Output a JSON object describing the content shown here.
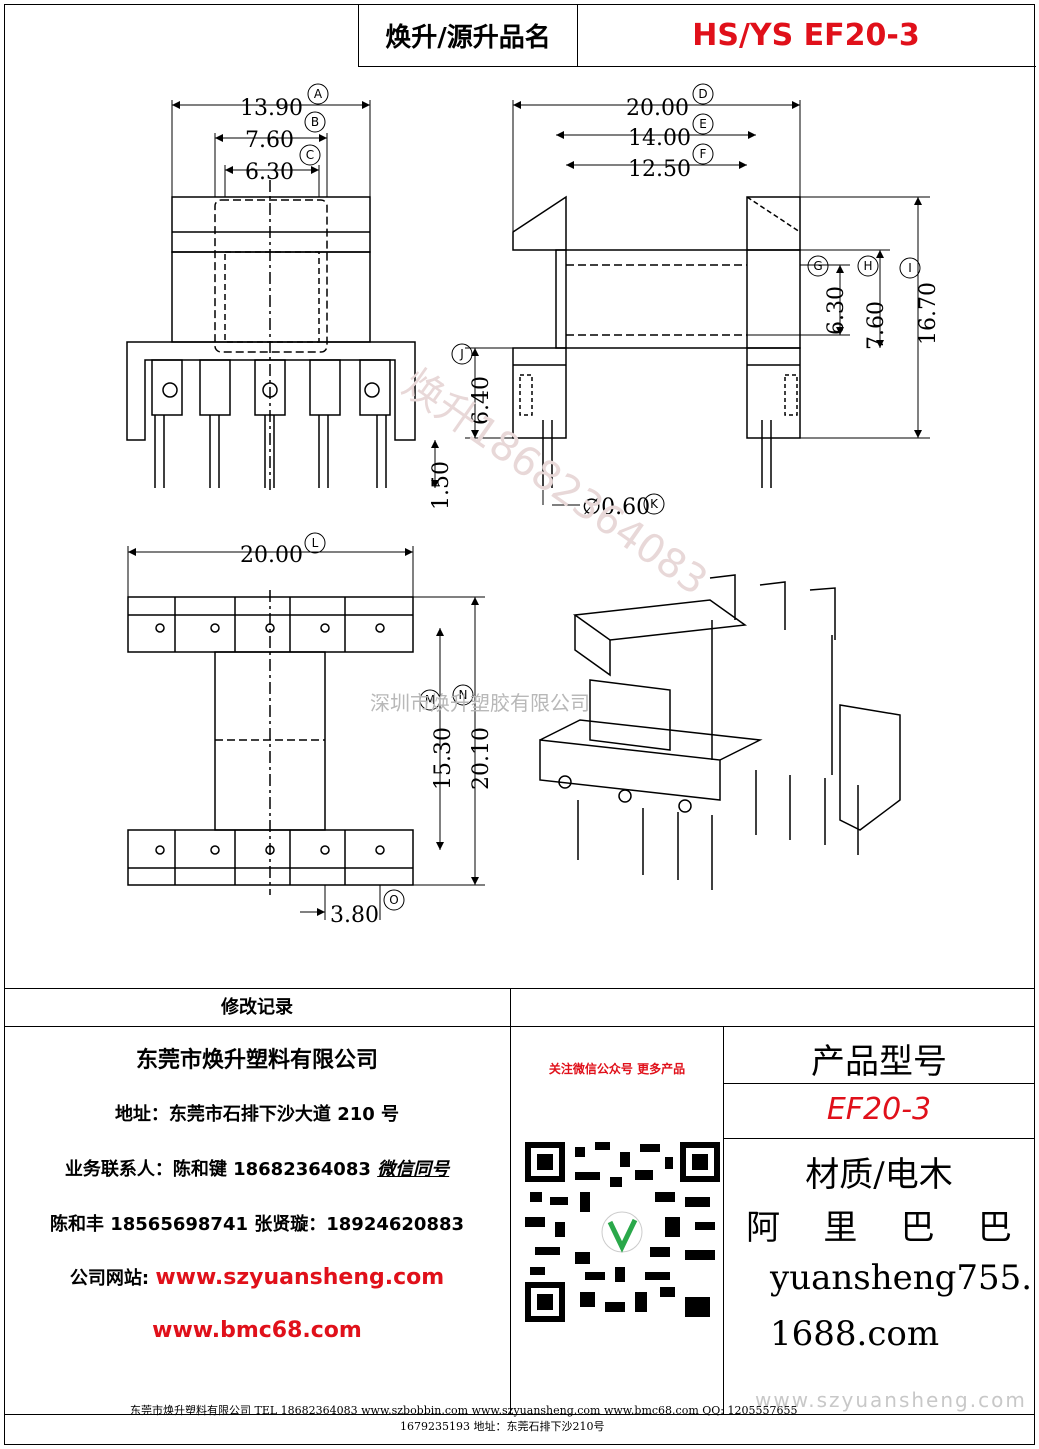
{
  "header": {
    "label": "焕升/源升品名",
    "value": "HS/YS EF20-3"
  },
  "dimensions": {
    "front_a": "13.90",
    "front_b": "7.60",
    "front_c": "6.30",
    "front_pin_len": "1.50",
    "side_d": "20.00",
    "side_e": "14.00",
    "side_f": "12.50",
    "side_g": "6.30",
    "side_h": "7.60",
    "side_i": "16.70",
    "side_j": "6.40",
    "side_k": "∅0.60",
    "bottom_l": "20.00",
    "bottom_m": "15.30",
    "bottom_n": "20.10",
    "bottom_o": "3.80"
  },
  "markers": {
    "A": "A",
    "B": "B",
    "C": "C",
    "D": "D",
    "E": "E",
    "F": "F",
    "G": "G",
    "H": "H",
    "I": "I",
    "J": "J",
    "K": "K",
    "L": "L",
    "M": "M",
    "N": "N",
    "O": "O"
  },
  "watermark": {
    "company": "深圳市焕升塑胶有限公司",
    "phone_mark": "焕升18682364083",
    "site": "www.szyuansheng.com"
  },
  "revision": {
    "title": "修改记录"
  },
  "company": {
    "name": "东莞市焕升塑料有限公司",
    "address": "地址：东莞市石排下沙大道 210 号",
    "contact_label": "业务联系人：陈和键 18682364083",
    "wechat": "微信同号",
    "contacts2": "陈和丰  18565698741  张贤璇：18924620883",
    "site_label": "公司网站:",
    "site1": "www.szyuansheng.com",
    "site2": "www.bmc68.com"
  },
  "qr": {
    "caption": "关注微信公众号  更多产品"
  },
  "product": {
    "model_label": "产品型号",
    "model_value": "EF20-3",
    "material": "材质/电木",
    "alibaba": "阿    里    巴    巴",
    "shop1": "yuansheng755.",
    "shop2": "1688.com"
  },
  "footer": {
    "line1": "东莞市焕升塑料有限公司 TEL 18682364083          www.szbobbin.com   www.szyuansheng.com  www.bmc68.com  QQ: 1205557655",
    "line2": "1679235193 地址：东莞石排下沙210号"
  }
}
